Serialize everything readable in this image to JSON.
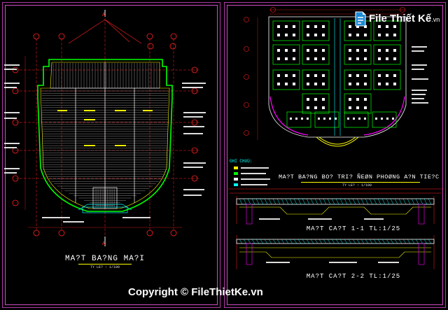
{
  "colors": {
    "sheet_border": "#b23aa8",
    "title": "#ffffff",
    "red": "#ff2020",
    "yellow": "#ffff00",
    "cyan": "#00ffff",
    "green": "#00ff00",
    "magenta": "#ff00ff",
    "white": "#ffffff",
    "gray": "#9a9a9a"
  },
  "left_sheet": {
    "title": "MA?T BA?NG MA?I",
    "scale": "TY LE? : 1/100",
    "section_mark": "A"
  },
  "right_sheet": {
    "plan_title": "MA?T BA?NG BO? TRI? ÑEØN PHOØNG A?N TIE?C",
    "plan_scale": "TY LE? : 1/100",
    "notes_title": "GHI CHUÙ:",
    "section1_title": "MA?T CA?T 1-1  TL:1/25",
    "section2_title": "MA?T CA?T 2-2  TL:1/25"
  },
  "watermark": {
    "copyright": "Copyright © FileThietKe.vn",
    "logo_brand": "File Thiết Kế",
    "logo_domain": ".vn"
  }
}
